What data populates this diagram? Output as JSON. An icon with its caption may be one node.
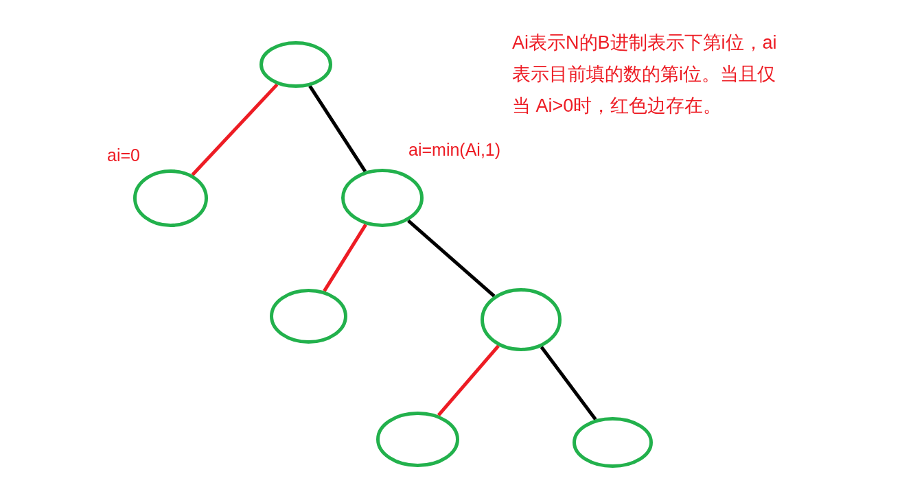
{
  "diagram": {
    "nodes": [
      {
        "text": [],
        "shape": "ellipse"
      },
      {
        "text": [],
        "shape": "ellipse"
      },
      {
        "text": [],
        "shape": "ellipse"
      },
      {
        "text": [],
        "shape": "ellipse"
      },
      {
        "text": [],
        "shape": "ellipse"
      },
      {
        "text": [],
        "shape": "ellipse"
      },
      {
        "text": [],
        "shape": "ellipse"
      }
    ],
    "edges": [
      {
        "from": 0,
        "to": 1,
        "arrow": "none",
        "label": "ai=0",
        "color": "#ed1c24"
      },
      {
        "from": 0,
        "to": 2,
        "arrow": "none",
        "label": "ai=min(Ai,1)",
        "color": "#000000"
      },
      {
        "from": 2,
        "to": 3,
        "arrow": "none",
        "color": "#ed1c24"
      },
      {
        "from": 2,
        "to": 4,
        "arrow": "none",
        "color": "#000000"
      },
      {
        "from": 4,
        "to": 5,
        "arrow": "none",
        "color": "#ed1c24"
      },
      {
        "from": 4,
        "to": 6,
        "arrow": "none",
        "color": "#000000"
      }
    ],
    "labels": [
      "Ai表示N的B进制表示下第i位，ai表示目前填的数的第i位。当且仅当 Ai>0时，红色边存在。"
    ]
  }
}
